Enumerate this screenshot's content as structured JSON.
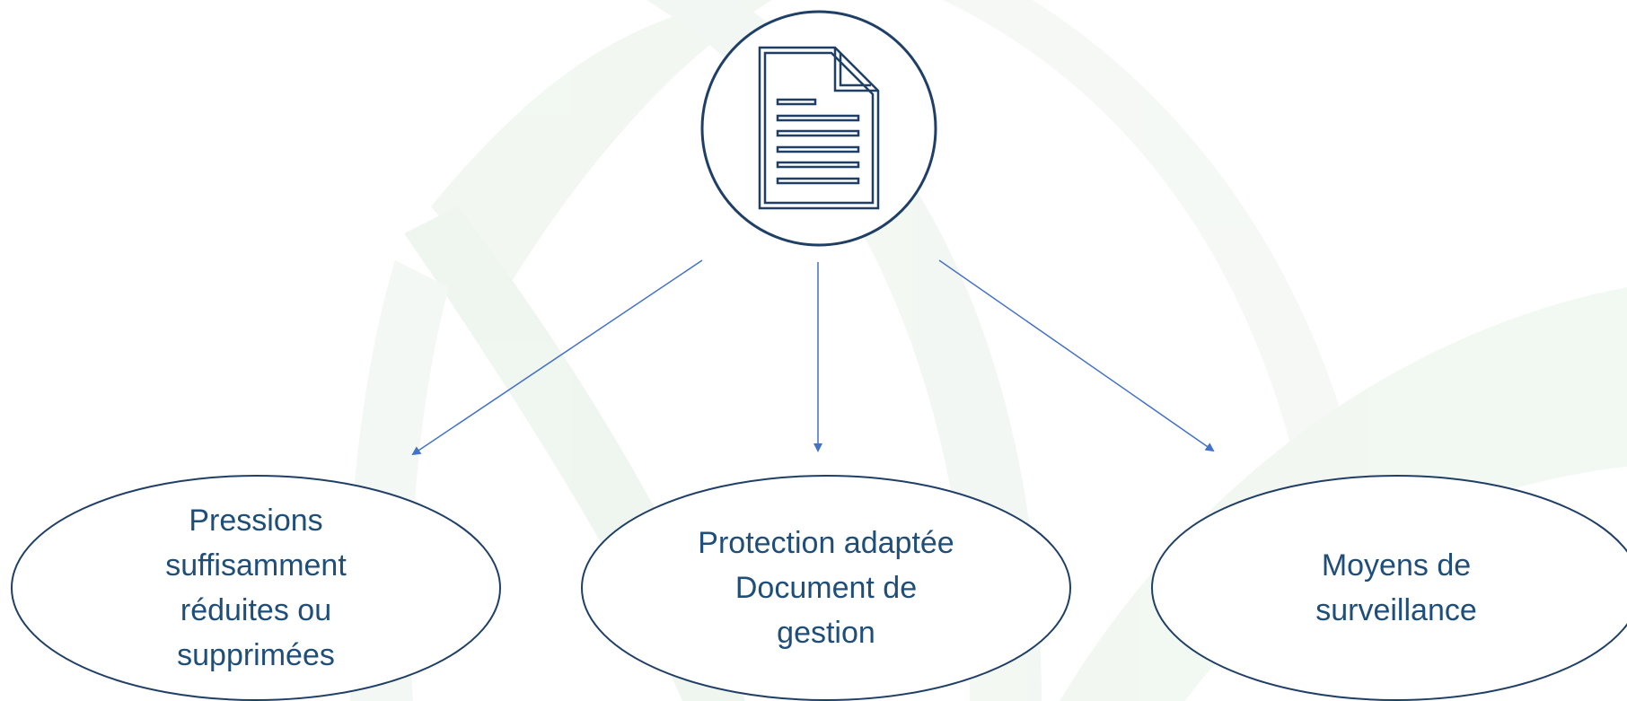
{
  "diagram": {
    "root": {
      "icon": "document-icon"
    },
    "children": [
      {
        "id": "left",
        "text": "Pressions\nsuffisamment\nréduites ou\nsupprimées"
      },
      {
        "id": "center",
        "text": "Protection adaptée\nDocument de\ngestion"
      },
      {
        "id": "right",
        "text": "Moyens de\nsurveillance"
      }
    ]
  },
  "colors": {
    "node_stroke": "#1f3f66",
    "arrow": "#4472c4",
    "text": "#1f4e79",
    "background_swoosh": "#eef5ee"
  }
}
